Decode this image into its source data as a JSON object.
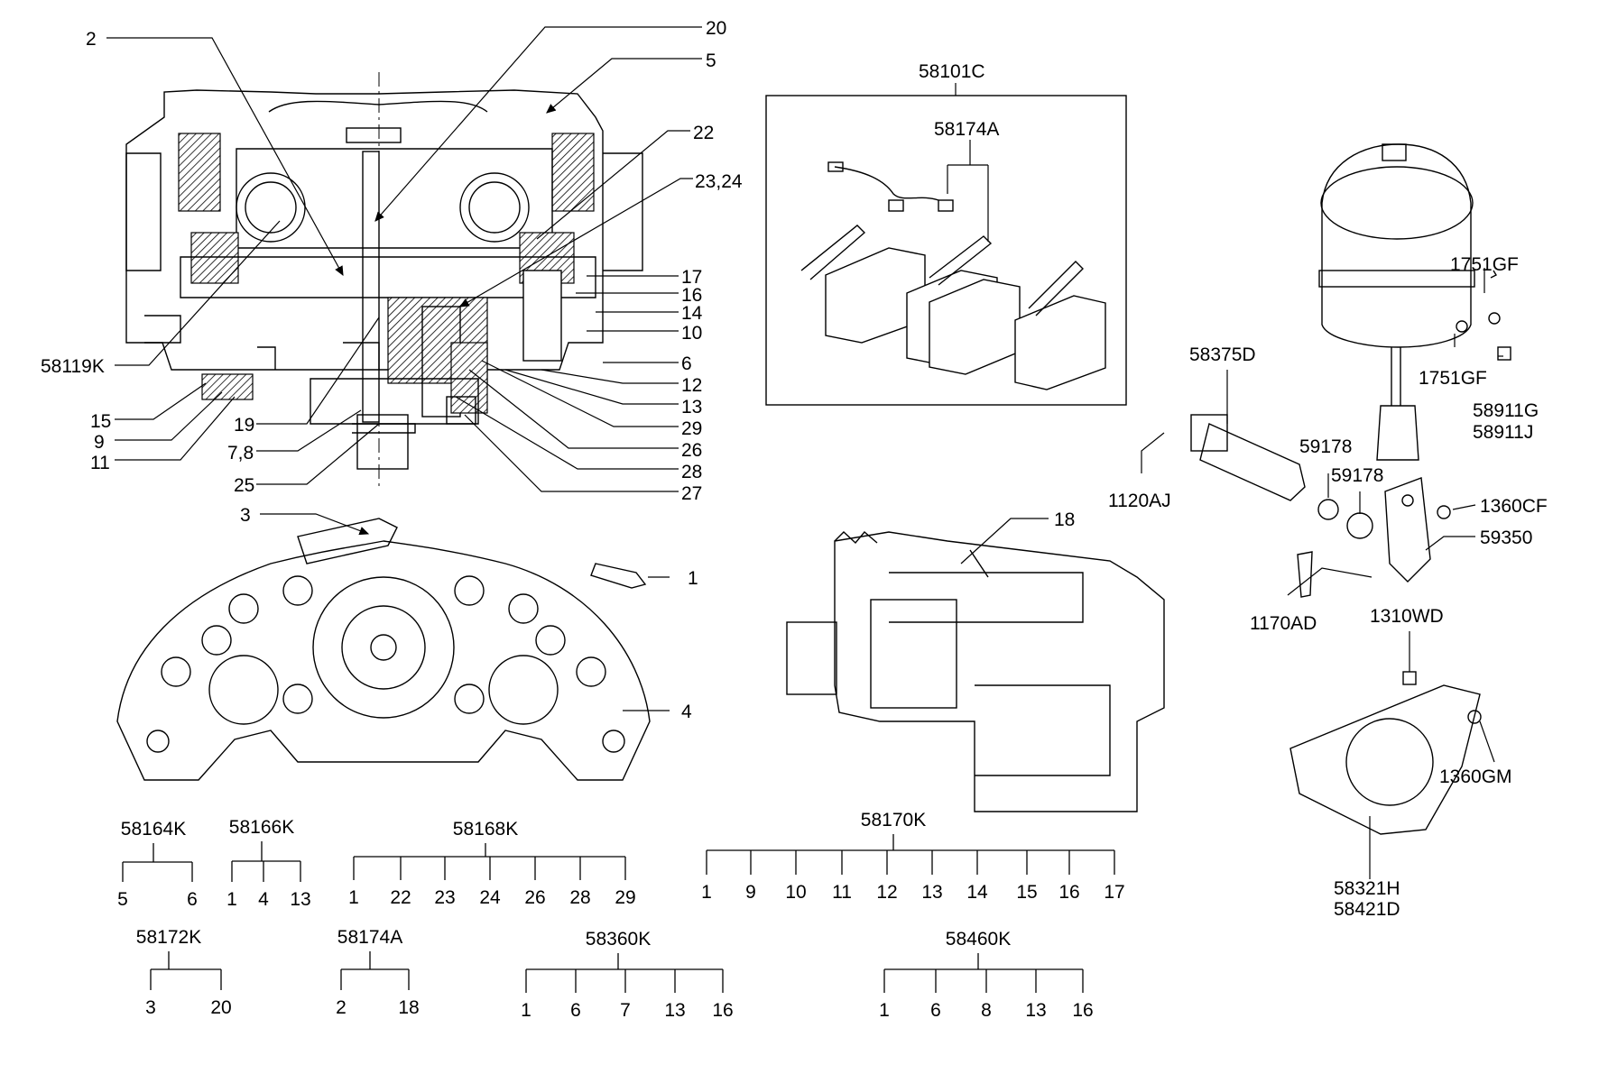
{
  "callouts": {
    "c2": "2",
    "c20": "20",
    "c5": "5",
    "c22": "22",
    "c2324": "23,24",
    "c17": "17",
    "c16": "16",
    "c14": "14",
    "c10": "10",
    "c6": "6",
    "c12": "12",
    "c13": "13",
    "c29": "29",
    "c26": "26",
    "c28": "28",
    "c27": "27",
    "c58119K": "58119K",
    "c15": "15",
    "c9": "9",
    "c11": "11",
    "c19": "19",
    "c78": "7,8",
    "c25": "25",
    "c3": "3",
    "c1": "1",
    "c4": "4",
    "c18": "18",
    "c58101C": "58101C",
    "c58174A": "58174A",
    "c1751GF_a": "1751GF",
    "c1751GF_b": "1751GF",
    "c58911G": "58911G",
    "c58911J": "58911J",
    "c58375D": "58375D",
    "c59178_a": "59178",
    "c59178_b": "59178",
    "c1120AJ": "1120AJ",
    "c1360CF": "1360CF",
    "c59350": "59350",
    "c1170AD": "1170AD",
    "c1310WD": "1310WD",
    "c1360GM": "1360GM",
    "c58321H": "58321H",
    "c58421D": "58421D"
  },
  "kits": {
    "k58164K": {
      "name": "58164K",
      "items": [
        "5",
        "6"
      ]
    },
    "k58166K": {
      "name": "58166K",
      "items": [
        "1",
        "4",
        "13"
      ]
    },
    "k58168K": {
      "name": "58168K",
      "items": [
        "1",
        "22",
        "23",
        "24",
        "26",
        "28",
        "29"
      ]
    },
    "k58170K": {
      "name": "58170K",
      "items": [
        "1",
        "9",
        "10",
        "11",
        "12",
        "13",
        "14",
        "15",
        "16",
        "17"
      ]
    },
    "k58172K": {
      "name": "58172K",
      "items": [
        "3",
        "20"
      ]
    },
    "k58174A": {
      "name": "58174A",
      "items": [
        "2",
        "18"
      ]
    },
    "k58360K": {
      "name": "58360K",
      "items": [
        "1",
        "6",
        "7",
        "13",
        "16"
      ]
    },
    "k58460K": {
      "name": "58460K",
      "items": [
        "1",
        "6",
        "8",
        "13",
        "16"
      ]
    }
  }
}
